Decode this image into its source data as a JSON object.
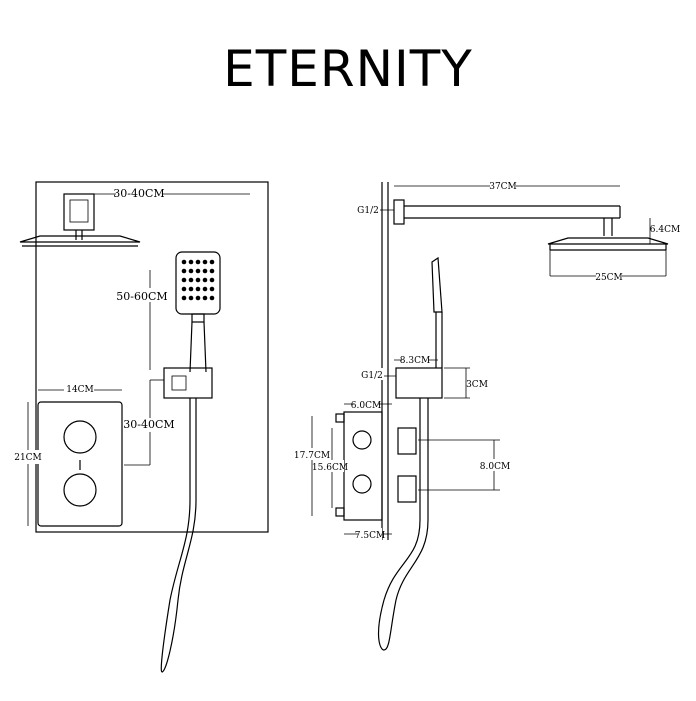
{
  "title": "ETERNITY",
  "left_view": {
    "d_top": "30-40CM",
    "d_mid": "50-60CM",
    "d_low": "30-40CM",
    "d_width": "14CM",
    "d_height": "21CM"
  },
  "right_view": {
    "d_arm": "37CM",
    "d_g12_top": "G1/2",
    "d_drop": "6.4CM",
    "d_head": "25CM",
    "d_83": "8.3CM",
    "d_g12_bar": "G1/2",
    "d_3": "3CM",
    "d_60": "6.0CM",
    "d_177": "17.7CM",
    "d_156": "15.6CM",
    "d_80": "8.0CM",
    "d_75": "7.5CM"
  },
  "colors": {
    "line": "#000000",
    "background": "#ffffff"
  }
}
